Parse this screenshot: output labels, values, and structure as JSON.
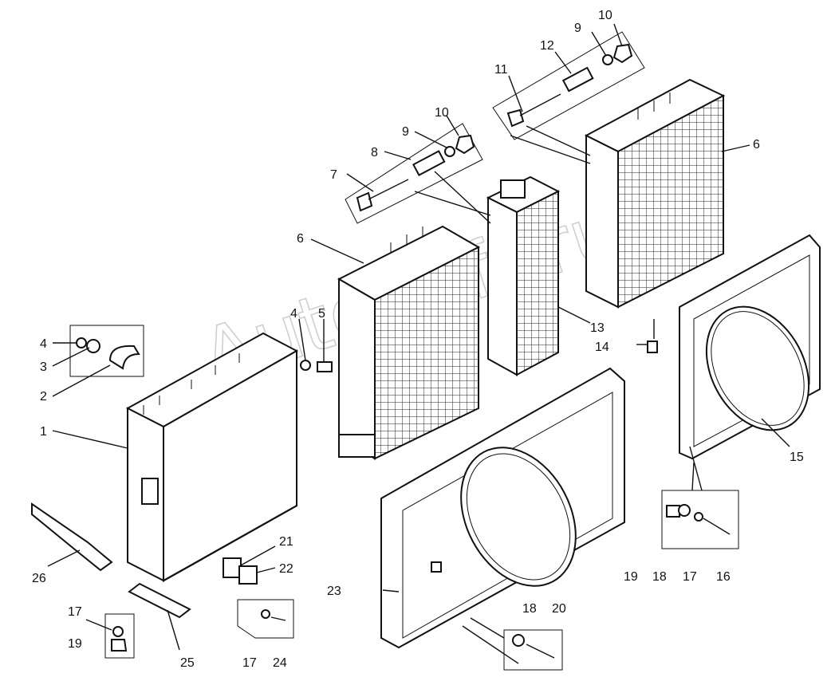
{
  "watermark": "AutoSoft.ru",
  "callouts": {
    "c1": "1",
    "c2": "2",
    "c3": "3",
    "c4a": "4",
    "c4b": "4",
    "c5": "5",
    "c6a": "6",
    "c6b": "6",
    "c7": "7",
    "c8": "8",
    "c9a": "9",
    "c9b": "9",
    "c10a": "10",
    "c10b": "10",
    "c11": "11",
    "c12": "12",
    "c13": "13",
    "c14": "14",
    "c15": "15",
    "c16": "16",
    "c17a": "17",
    "c17b": "17",
    "c17c": "17",
    "c18a": "18",
    "c18b": "18",
    "c19a": "19",
    "c19b": "19",
    "c20": "20",
    "c21": "21",
    "c22": "22",
    "c23": "23",
    "c24": "24",
    "c25": "25",
    "c26": "26"
  }
}
